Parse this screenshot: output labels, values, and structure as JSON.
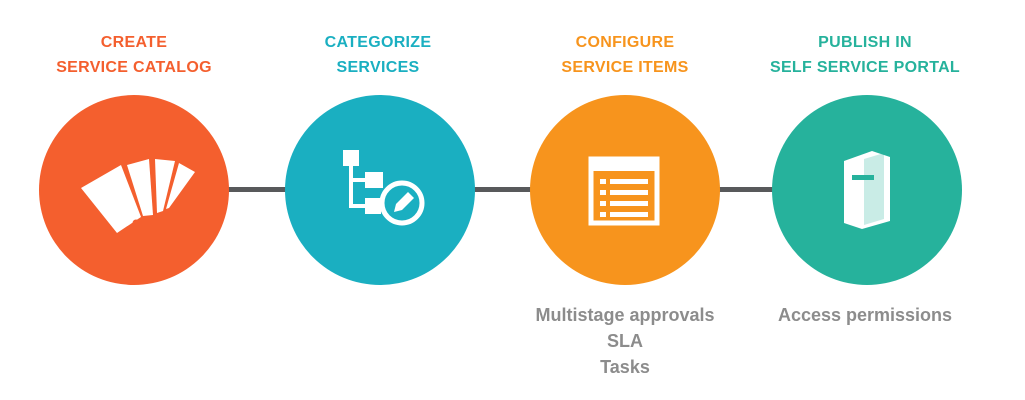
{
  "steps": [
    {
      "title_lines": [
        "CREATE",
        "SERVICE CATALOG"
      ],
      "color": "#f45f2e",
      "icon": "color-swatch-fan-icon",
      "details": []
    },
    {
      "title_lines": [
        "CATEGORIZE",
        "SERVICES"
      ],
      "color": "#1aafc1",
      "icon": "hierarchy-edit-icon",
      "details": []
    },
    {
      "title_lines": [
        "CONFIGURE",
        "SERVICE ITEMS"
      ],
      "color": "#f7941d",
      "icon": "list-form-icon",
      "details": [
        "Multistage approvals",
        "SLA",
        "Tasks"
      ]
    },
    {
      "title_lines": [
        "PUBLISH IN",
        "SELF SERVICE PORTAL"
      ],
      "color": "#26b29c",
      "icon": "open-book-icon",
      "details": [
        "Access permissions"
      ]
    }
  ],
  "connector_color": "#58595b"
}
